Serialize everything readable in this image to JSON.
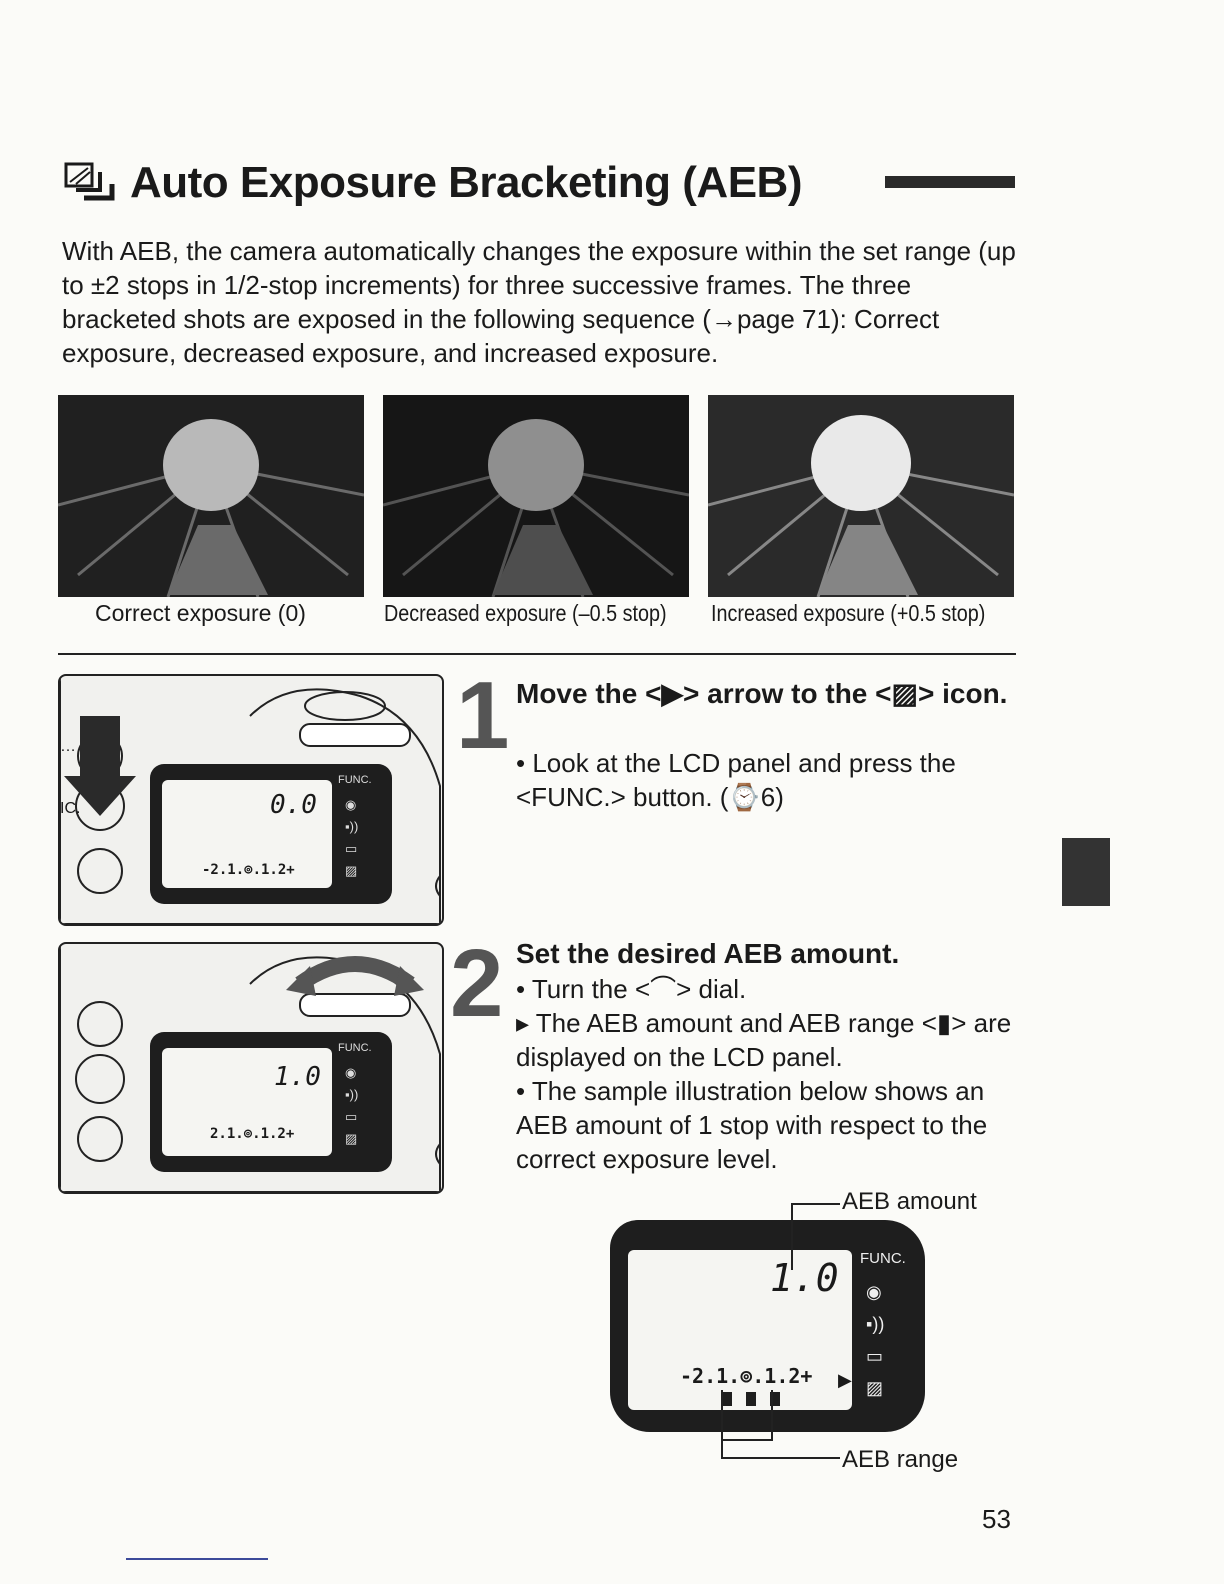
{
  "title": "Auto Exposure Bracketing (AEB)",
  "intro": "With AEB, the camera automatically changes the exposure within the set range (up to ±2 stops in 1/2-stop increments) for three successive frames. The three bracketed shots are exposed in the following sequence (→page 71): Correct exposure, decreased exposure, and increased exposure.",
  "captions": [
    "Correct exposure (0)",
    "Decreased exposure (–0.5 stop)",
    "Increased exposure (+0.5 stop)"
  ],
  "steps": [
    {
      "number": "1",
      "title": "Move the <▶> arrow to the <",
      "title_end": "> icon.",
      "bullets": [
        "• Look at the LCD panel and press the <FUNC.> button. (⌚6)"
      ]
    },
    {
      "number": "2",
      "title": "Set the desired AEB amount.",
      "bullets": [
        "• Turn the <⌒> dial.",
        "▸ The AEB amount and AEB range <▮> are displayed on the LCD panel.",
        "• The sample illustration below shows an AEB amount of 1 stop with respect to the correct exposure level."
      ]
    }
  ],
  "lcd": {
    "fig1_value": "0.0",
    "fig2_value": "1.0",
    "big_value": "1.0",
    "func_label": "FUNC.",
    "scale1": "-2.1.⊚.1.2+",
    "scale2": "2.1.⊚.1.2+",
    "scale_big": "-2.1.⊚.1.2+",
    "side_btn_1": "…",
    "side_btn_2": "IC."
  },
  "callouts": {
    "amount": "AEB amount",
    "range": "AEB range"
  },
  "page_number": "53",
  "icon_names": [
    "aeb-icon",
    "arrow-right-icon",
    "eye-icon",
    "beep-icon",
    "drive-icon",
    "dial-icon",
    "timer-icon"
  ]
}
